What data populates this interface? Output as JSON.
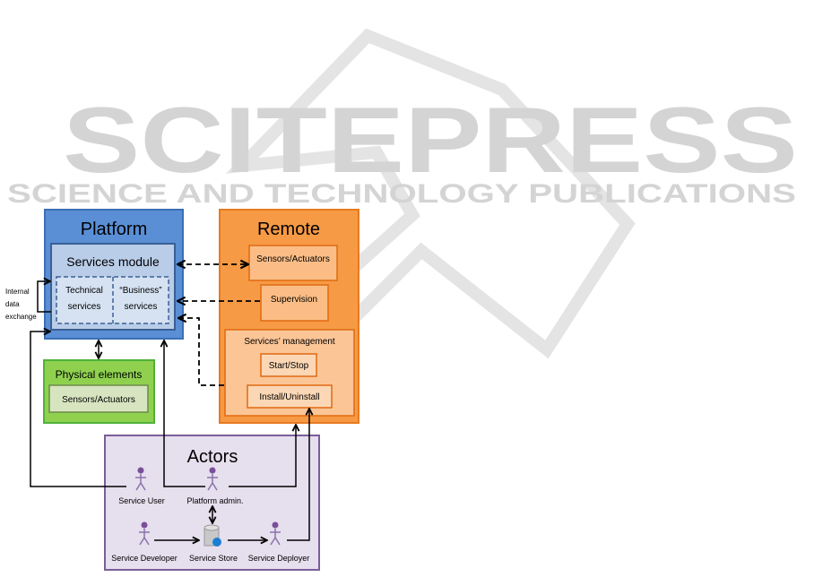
{
  "watermark": {
    "title": "SCITEPRESS",
    "subtitle": "SCIENCE AND TECHNOLOGY PUBLICATIONS"
  },
  "platform": {
    "title": "Platform",
    "services_module": {
      "title": "Services module",
      "technical": [
        "Technical",
        "services"
      ],
      "business": [
        "“Business”",
        "services"
      ]
    },
    "internal_label": [
      "Internal",
      "data",
      "exchange"
    ]
  },
  "physical": {
    "title": "Physical elements",
    "sensors": "Sensors/Actuators"
  },
  "remote": {
    "title": "Remote",
    "sensors": "Sensors/Actuators",
    "supervision": "Supervision",
    "management": {
      "title": "Services’ management",
      "start_stop": "Start/Stop",
      "install": "Install/Uninstall"
    }
  },
  "actors": {
    "title": "Actors",
    "service_user": "Service User",
    "platform_admin": "Platform  admin.",
    "service_developer": "Service Developer",
    "service_store": "Service Store",
    "service_deployer": "Service Deployer"
  },
  "colors": {
    "platform": "#5a8fd6",
    "remote": "#f79a45",
    "physical": "#8fd14f",
    "actors": "#e6dfee"
  }
}
